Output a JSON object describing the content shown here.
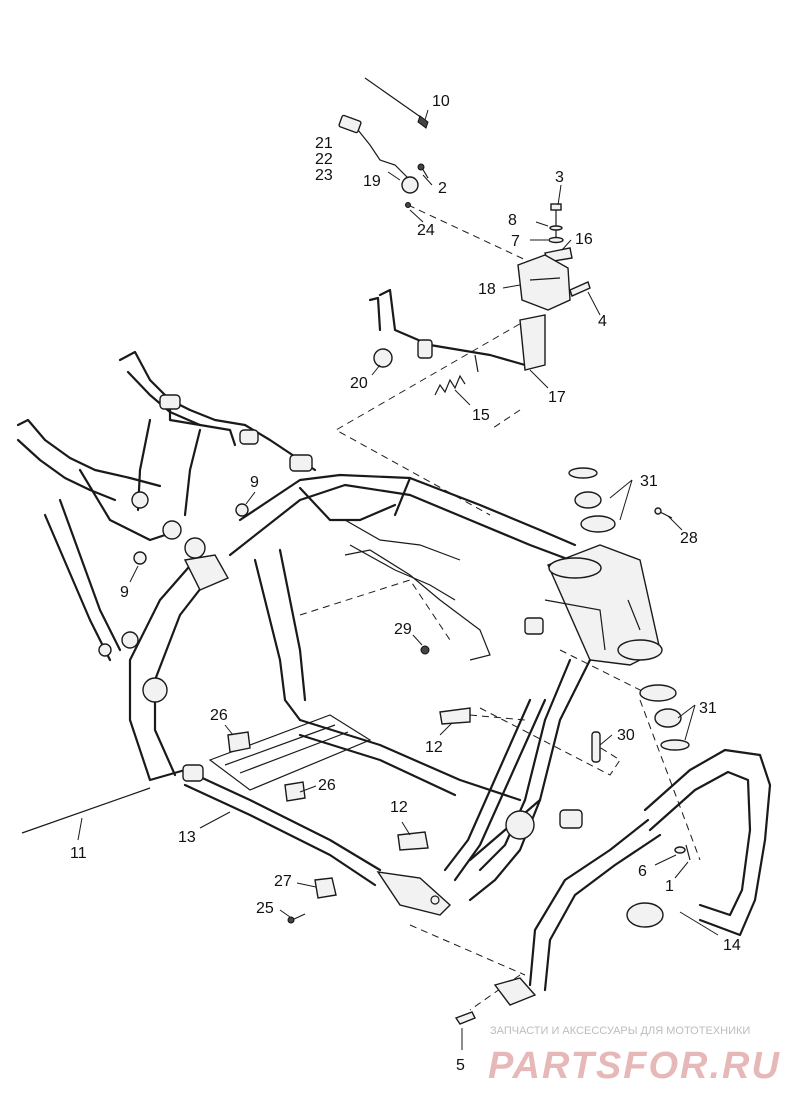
{
  "callouts": [
    {
      "key": "c10",
      "text": "10"
    },
    {
      "key": "c21",
      "text": "21"
    },
    {
      "key": "c22",
      "text": "22"
    },
    {
      "key": "c23",
      "text": "23"
    },
    {
      "key": "c19",
      "text": "19"
    },
    {
      "key": "c2",
      "text": "2"
    },
    {
      "key": "c3",
      "text": "3"
    },
    {
      "key": "c8",
      "text": "8"
    },
    {
      "key": "c7",
      "text": "7"
    },
    {
      "key": "c16",
      "text": "16"
    },
    {
      "key": "c24",
      "text": "24"
    },
    {
      "key": "c18",
      "text": "18"
    },
    {
      "key": "c4",
      "text": "4"
    },
    {
      "key": "c20",
      "text": "20"
    },
    {
      "key": "c15",
      "text": "15"
    },
    {
      "key": "c17",
      "text": "17"
    },
    {
      "key": "c9a",
      "text": "9"
    },
    {
      "key": "c9b",
      "text": "9"
    },
    {
      "key": "c31a",
      "text": "31"
    },
    {
      "key": "c28",
      "text": "28"
    },
    {
      "key": "c29",
      "text": "29"
    },
    {
      "key": "c31b",
      "text": "31"
    },
    {
      "key": "c26a",
      "text": "26"
    },
    {
      "key": "c30",
      "text": "30"
    },
    {
      "key": "c12a",
      "text": "12"
    },
    {
      "key": "c26b",
      "text": "26"
    },
    {
      "key": "c12b",
      "text": "12"
    },
    {
      "key": "c11",
      "text": "11"
    },
    {
      "key": "c13",
      "text": "13"
    },
    {
      "key": "c6",
      "text": "6"
    },
    {
      "key": "c1",
      "text": "1"
    },
    {
      "key": "c27",
      "text": "27"
    },
    {
      "key": "c25",
      "text": "25"
    },
    {
      "key": "c14",
      "text": "14"
    },
    {
      "key": "c5",
      "text": "5"
    }
  ],
  "watermark": {
    "tagline": "ЗАПЧАСТИ И АКСЕССУАРЫ ДЛЯ МОТОТЕХНИКИ",
    "brand": "PARTSFOR.RU"
  }
}
